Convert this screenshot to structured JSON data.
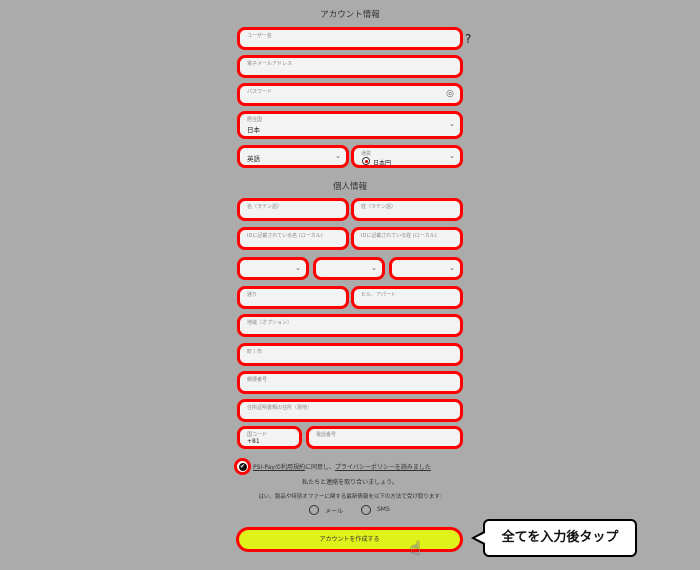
{
  "account": {
    "title": "アカウント情報",
    "username": "ユーザー名",
    "help": "?",
    "email": "電子メールアドレス",
    "password": "パスワード",
    "country_label": "居住国",
    "country_value": "日本",
    "language": "英語",
    "currency_label": "通貨",
    "currency_value": "日本円"
  },
  "personal": {
    "title": "個人情報",
    "first_name": "名（ラテン語）",
    "last_name": "姓（ラテン語）",
    "local_first": "IDに記載されている名 (ローカル)",
    "local_last": "IDに記載されている姓 (ローカル)",
    "street": "通り",
    "building": "ビル、アパート",
    "region": "地域（オプション）",
    "city": "町 / 市",
    "postal": "郵便番号",
    "id_address": "住所証明書類の住所（現地）",
    "country_code_label": "国コード",
    "country_code_value": "+81",
    "phone": "電話番号"
  },
  "agree": {
    "terms_link": "PSI-Payの利用規約",
    "terms_mid": "に同意し、",
    "privacy_link": "プライバシーポリシーを読みました",
    "contact": "私たちと連絡を取り合いましょう。",
    "offers": "はい、製品や特別オファーに関する最新情報を以下の方法で受け取ります:",
    "opt_email": "メール",
    "opt_sms": "SMS"
  },
  "submit": "アカウントを作成する",
  "callout": "全てを入力後タップ",
  "colors": {
    "highlight": "#ff0000",
    "button": "#dff21a",
    "background": "#ababab"
  }
}
